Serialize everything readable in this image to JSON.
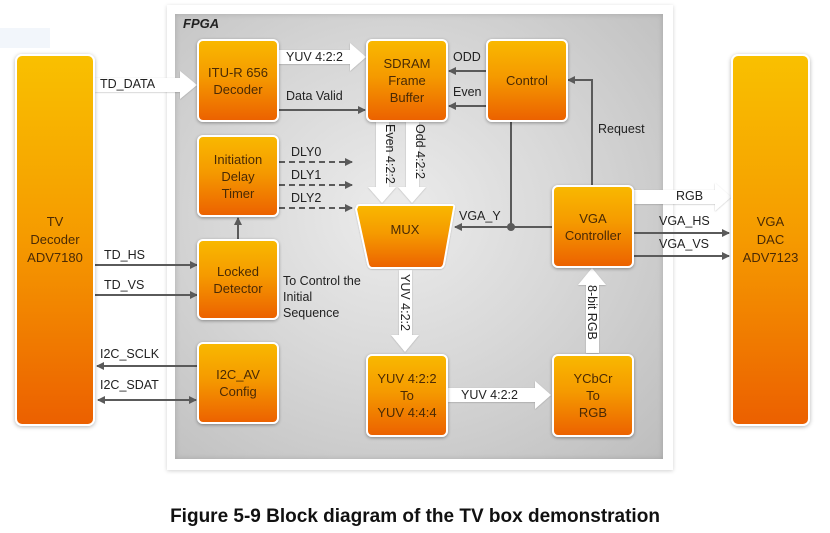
{
  "figure": {
    "caption": "Figure 5-9 Block diagram of the TV box demonstration",
    "fpga_label": "FPGA"
  },
  "colors": {
    "block_top": "#f9b800",
    "block_bottom": "#ec6200",
    "panel": "#d0d0d0",
    "wire": "#5a5a5a",
    "fat_arrow": "#ffffff"
  },
  "blocks": {
    "tv_decoder": "TV\nDecoder\nADV7180",
    "vga_dac": "VGA\nDAC\nADV7123",
    "itu_decoder": "ITU-R 656\nDecoder",
    "sdram": "SDRAM\nFrame\nBuffer",
    "control": "Control",
    "init_delay": "Initiation\nDelay\nTimer",
    "locked_detector": "Locked\nDetector",
    "mux": "MUX",
    "vga_controller": "VGA\nController",
    "i2c_config": "I2C_AV\nConfig",
    "yuv_converter": "YUV 4:2:2\nTo\nYUV 4:4:4",
    "ycbcr_rgb": "YCbCr\nTo\nRGB"
  },
  "signals": {
    "td_data": "TD_DATA",
    "yuv_top": "YUV 4:2:2",
    "data_valid": "Data Valid",
    "odd": "ODD",
    "even": "Even",
    "request": "Request",
    "even_422": "Even 4:2:2",
    "odd_422": "Odd 4:2:2",
    "dly0": "DLY0",
    "dly1": "DLY1",
    "dly2": "DLY2",
    "vga_y": "VGA_Y",
    "rgb": "RGB",
    "vga_hs": "VGA_HS",
    "vga_vs": "VGA_VS",
    "td_hs": "TD_HS",
    "td_vs": "TD_VS",
    "control_note": "To Control the\nInitial\nSequence",
    "mux_out": "YUV 4:2:2",
    "bit8_rgb": "8-bit RGB",
    "i2c_sclk": "I2C_SCLK",
    "i2c_sdat": "I2C_SDAT",
    "yuv_bottom": "YUV 4:2:2"
  }
}
